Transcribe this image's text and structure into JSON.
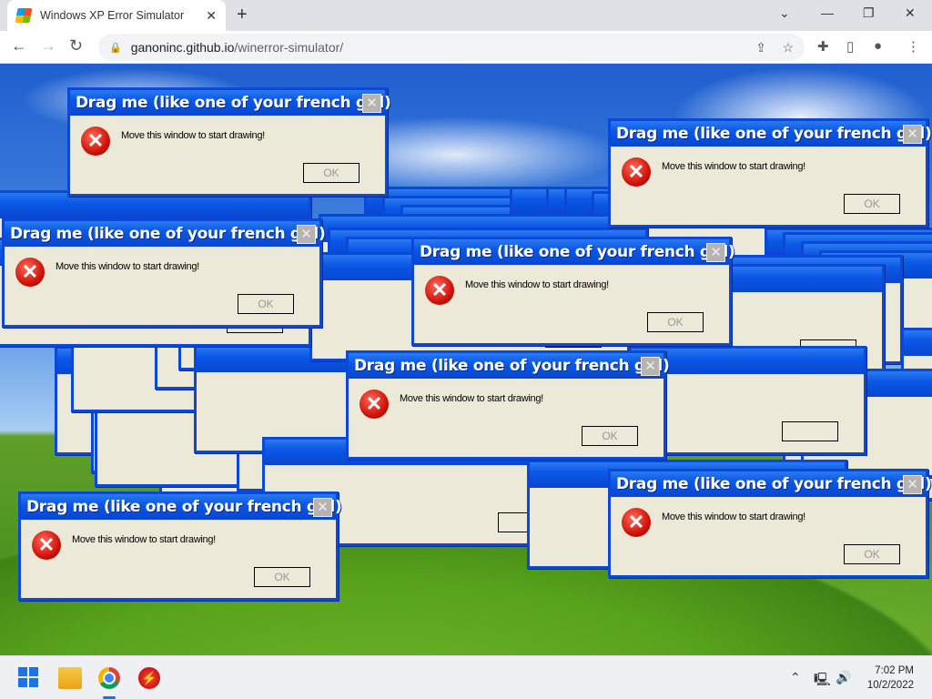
{
  "browser": {
    "tab_title": "Windows XP Error Simulator",
    "url_host": "ganoninc.github.io",
    "url_path": "/winerror-simulator/"
  },
  "dialog": {
    "title": "Drag me (like one of your french girl)",
    "message": "Move this window to start drawing!",
    "ok_label": "OK",
    "close_glyph": "✕",
    "icon": "error-icon"
  },
  "taskbar": {
    "time": "7:02 PM",
    "date": "10/2/2022"
  },
  "colors": {
    "xp_blue": "#0a58e6",
    "dialog_bg": "#ece9d8",
    "error_red": "#d0140a"
  }
}
